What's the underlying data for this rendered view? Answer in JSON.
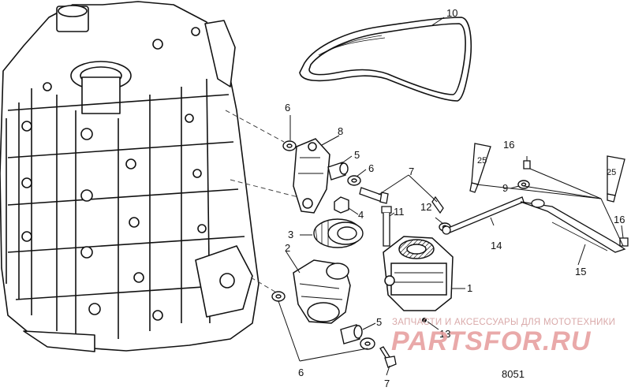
{
  "figure_number": "8051",
  "watermark": {
    "caption": "ЗАПЧАСТИ И АКСЕССУАРЫ ДЛЯ МОТОТЕХНИКИ",
    "logo": "PARTSFOR.RU"
  },
  "callouts": {
    "c1": "1",
    "c2": "2",
    "c3": "3",
    "c4": "4",
    "c5a": "5",
    "c5b": "5",
    "c6a": "6",
    "c6b": "6",
    "c6c": "6",
    "c7a": "7",
    "c7b": "7",
    "c8": "8",
    "c9": "9",
    "c10": "10",
    "c11": "11",
    "c12": "12",
    "c13": "13",
    "c14": "14",
    "c15": "15",
    "c16a": "16",
    "c16b": "16"
  },
  "sealant_tubes": {
    "left": "25",
    "right": "25"
  }
}
